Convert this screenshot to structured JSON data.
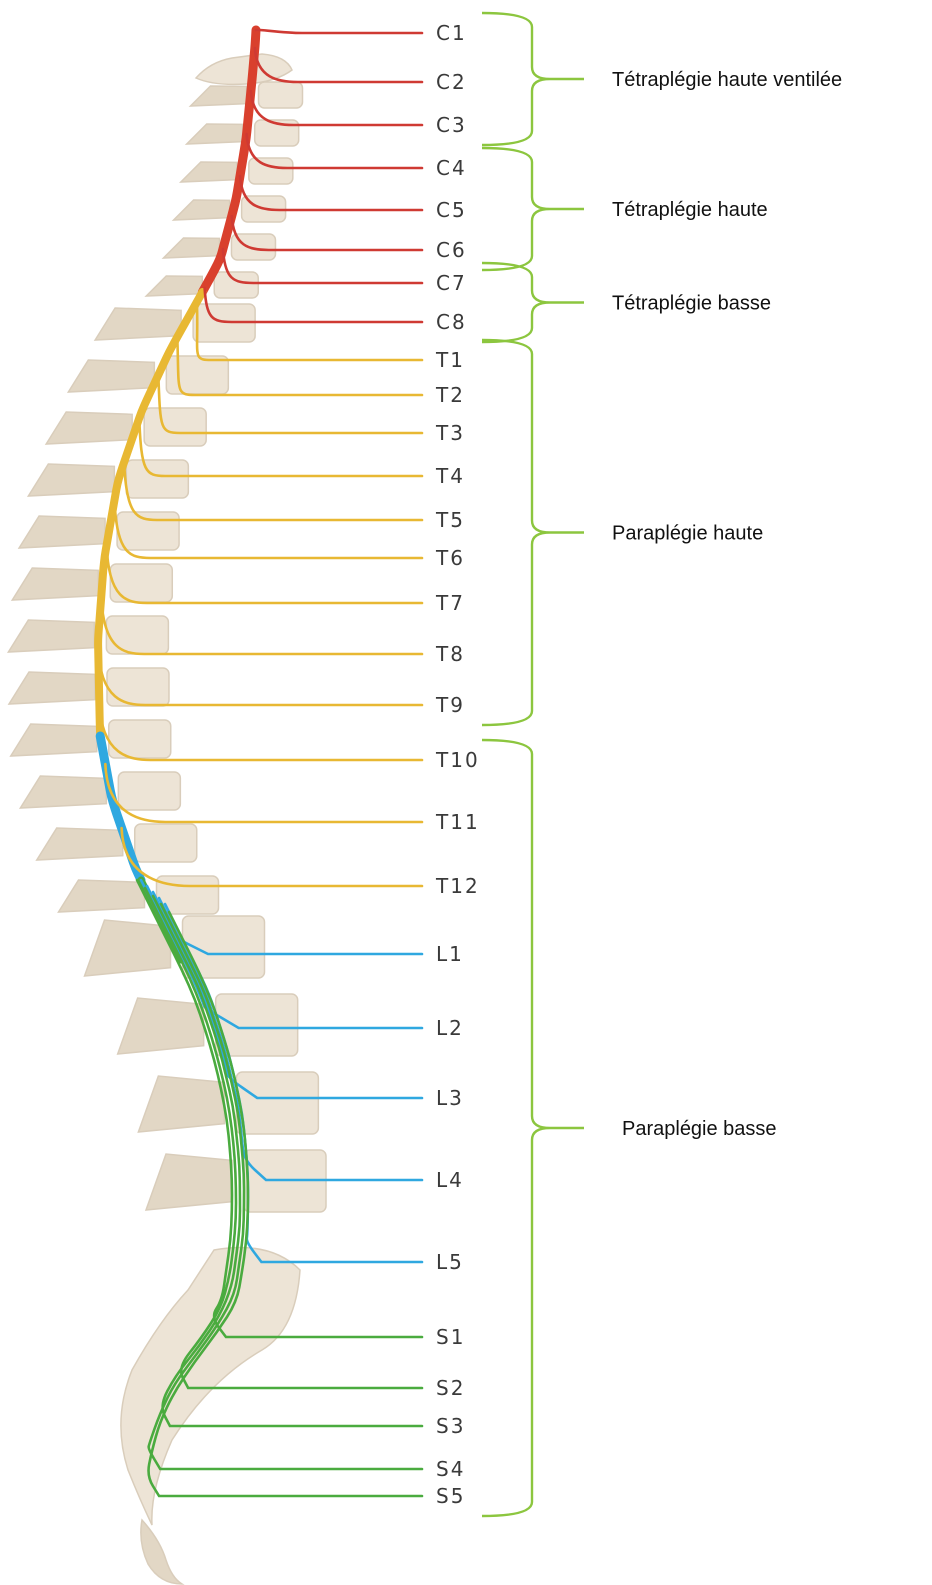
{
  "colors": {
    "cervical": "#d9402d",
    "cervical_nerve": "#cf3a33",
    "thoracic": "#e8b833",
    "lumbar": "#2fa8e0",
    "sacral": "#4aab3f",
    "bracket": "#8cc63f",
    "bone": "#ede4d6"
  },
  "nerves": [
    {
      "label": "C1",
      "group": "cervical"
    },
    {
      "label": "C2",
      "group": "cervical"
    },
    {
      "label": "C3",
      "group": "cervical"
    },
    {
      "label": "C4",
      "group": "cervical"
    },
    {
      "label": "C5",
      "group": "cervical"
    },
    {
      "label": "C6",
      "group": "cervical"
    },
    {
      "label": "C7",
      "group": "cervical"
    },
    {
      "label": "C8",
      "group": "cervical"
    },
    {
      "label": "T1",
      "group": "thoracic"
    },
    {
      "label": "T2",
      "group": "thoracic"
    },
    {
      "label": "T3",
      "group": "thoracic"
    },
    {
      "label": "T4",
      "group": "thoracic"
    },
    {
      "label": "T5",
      "group": "thoracic"
    },
    {
      "label": "T6",
      "group": "thoracic"
    },
    {
      "label": "T7",
      "group": "thoracic"
    },
    {
      "label": "T8",
      "group": "thoracic"
    },
    {
      "label": "T9",
      "group": "thoracic"
    },
    {
      "label": "T10",
      "group": "thoracic"
    },
    {
      "label": "T11",
      "group": "thoracic"
    },
    {
      "label": "T12",
      "group": "thoracic"
    },
    {
      "label": "L1",
      "group": "lumbar"
    },
    {
      "label": "L2",
      "group": "lumbar"
    },
    {
      "label": "L3",
      "group": "lumbar"
    },
    {
      "label": "L4",
      "group": "lumbar"
    },
    {
      "label": "L5",
      "group": "lumbar"
    },
    {
      "label": "S1",
      "group": "sacral"
    },
    {
      "label": "S2",
      "group": "sacral"
    },
    {
      "label": "S3",
      "group": "sacral"
    },
    {
      "label": "S4",
      "group": "sacral"
    },
    {
      "label": "S5",
      "group": "sacral"
    }
  ],
  "regions": [
    {
      "label": "Tétraplégie haute ventilée",
      "from": "C1",
      "to": "C3"
    },
    {
      "label": "Tétraplégie haute",
      "from": "C4",
      "to": "C6"
    },
    {
      "label": "Tétraplégie basse",
      "from": "C7",
      "to": "C8"
    },
    {
      "label": "Paraplégie haute",
      "from": "T1",
      "to": "T9"
    },
    {
      "label": "Paraplégie basse",
      "from": "T10",
      "to": "S5"
    }
  ]
}
